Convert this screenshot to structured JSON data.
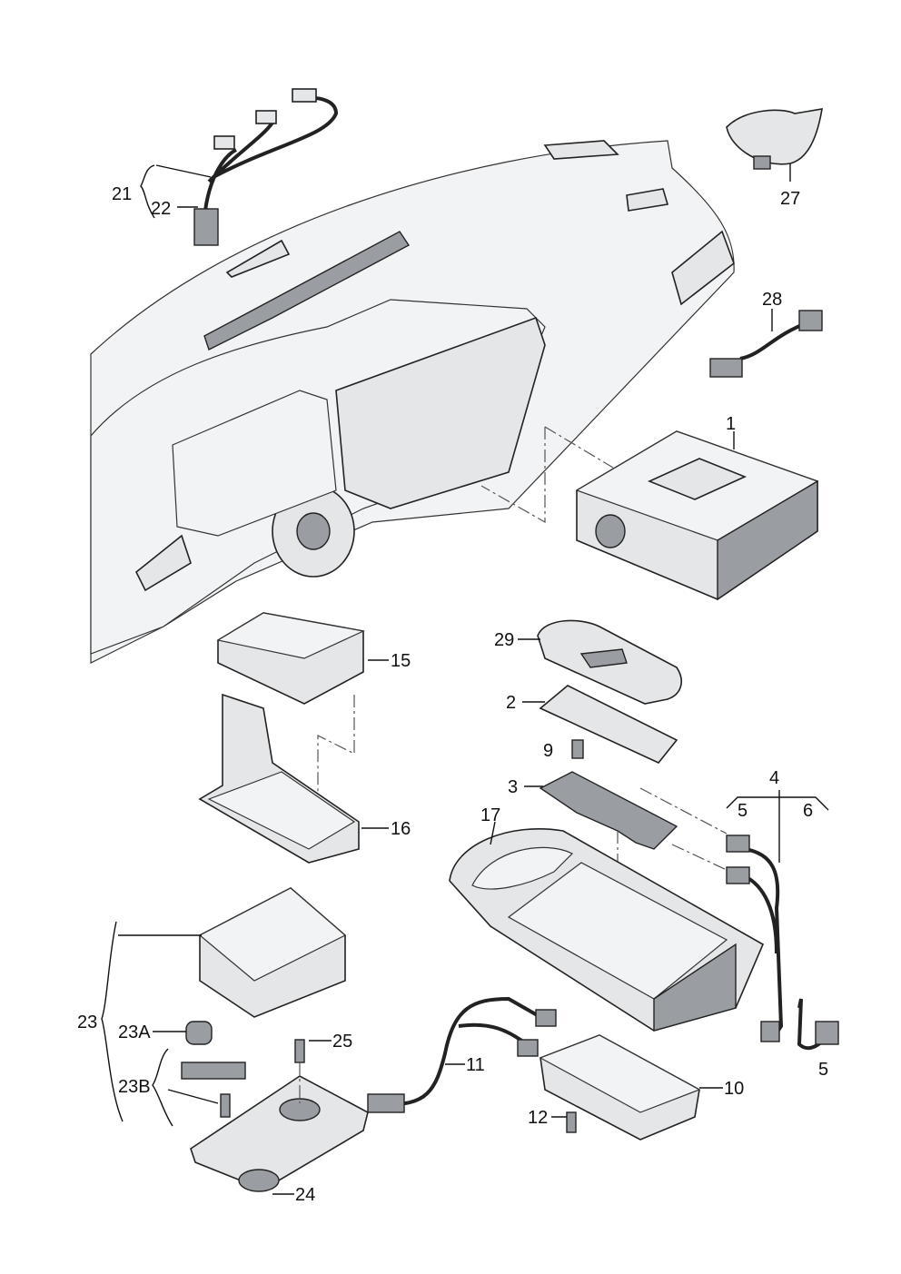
{
  "diagram": {
    "labels": {
      "p21": "21",
      "p22": "22",
      "p27": "27",
      "p28": "28",
      "p1": "1",
      "p15": "15",
      "p29": "29",
      "p2": "2",
      "p9": "9",
      "p3": "3",
      "p4": "4",
      "p5a": "5",
      "p6": "6",
      "p17": "17",
      "p16": "16",
      "p23": "23",
      "p23A": "23A",
      "p23B": "23B",
      "p25": "25",
      "p11": "11",
      "p10": "10",
      "p12": "12",
      "p24": "24",
      "p5b": "5"
    }
  }
}
